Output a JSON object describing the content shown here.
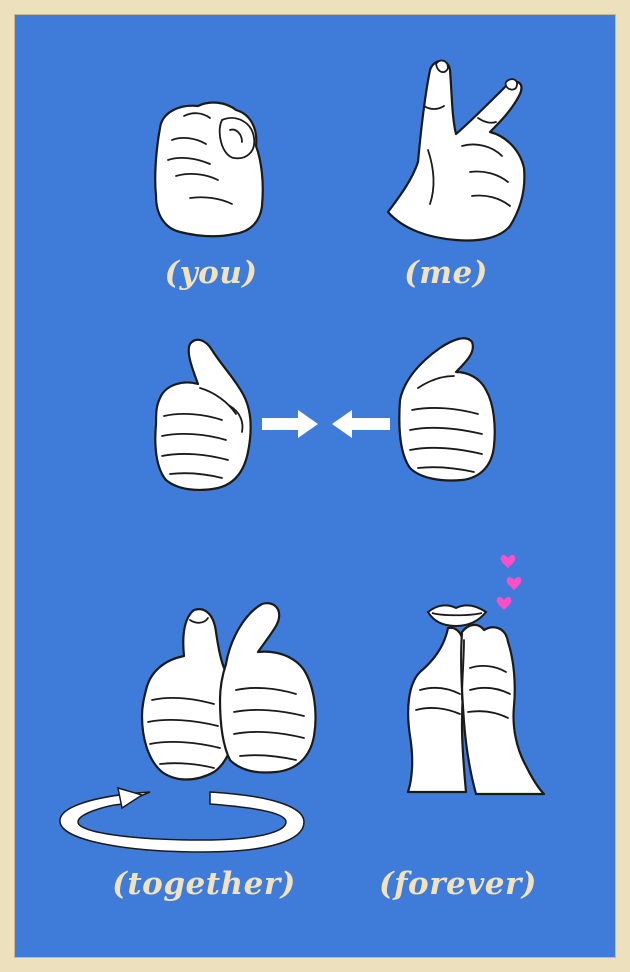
{
  "captions": {
    "you": "(you)",
    "me": "(me)",
    "together": "(together)",
    "forever": "(forever)"
  },
  "colors": {
    "background": "#3f7bd9",
    "border": "#ece0bd",
    "caption": "#f2e2c0",
    "hand_fill": "#ffffff",
    "outline": "#1a1a1a",
    "heart": "#ff4fc8"
  },
  "icons": [
    "pointing-hand-icon",
    "self-pointing-hand-icon",
    "thumbs-up-right-icon",
    "thumbs-up-left-icon",
    "arrow-right-icon",
    "arrow-left-icon",
    "joined-fists-icon",
    "rotation-ring-icon",
    "kissing-lips-icon",
    "clasped-hands-icon",
    "heart-icon"
  ]
}
